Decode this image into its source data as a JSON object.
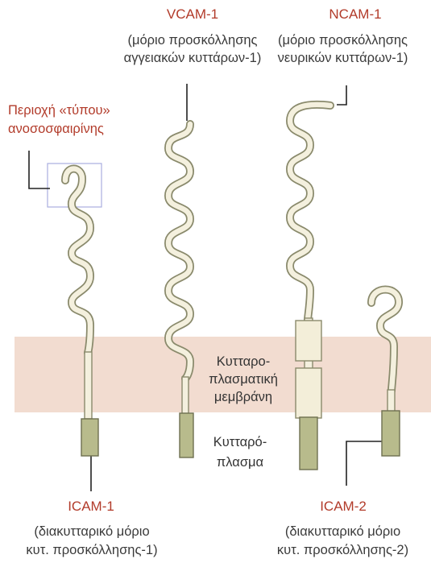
{
  "colors": {
    "membrane": "#f2dcd0",
    "wavy_stroke": "#8a8a6c",
    "wavy_fill": "#f4f0de",
    "transmembrane_fill": "#f3eed9",
    "cytoplasmic_fill": "#b8bb8c",
    "leader_line": "#222222",
    "highlight_box": "#a9aee0",
    "name_text": "#b23b2a"
  },
  "molecules": {
    "vcam1": {
      "name": "VCAM-1",
      "desc_line1": "(μόριο προσκόλλησης",
      "desc_line2": "αγγειακών κυττάρων-1)"
    },
    "ncam1": {
      "name": "NCAM-1",
      "desc_line1": "(μόριο προσκόλλησης",
      "desc_line2": "νευρικών κυττάρων-1)"
    },
    "icam1": {
      "name": "ICAM-1",
      "desc_line1": "(διακυτταρικό μόριο",
      "desc_line2": "κυτ. προσκόλλησης-1)"
    },
    "icam2": {
      "name": "ICAM-2",
      "desc_line1": "(διακυτταρικό μόριο",
      "desc_line2": "κυτ. προσκόλλησης-2)"
    }
  },
  "region_label": {
    "line1": "Περιοχή «τύπου»",
    "line2": "ανοσοσφαιρίνης"
  },
  "membrane_label": {
    "line1": "Κυτταρο-",
    "line2": "πλασματική",
    "line3": "μεμβράνη"
  },
  "cytoplasm_label": {
    "line1": "Κυτταρό-",
    "line2": "πλασμα"
  }
}
